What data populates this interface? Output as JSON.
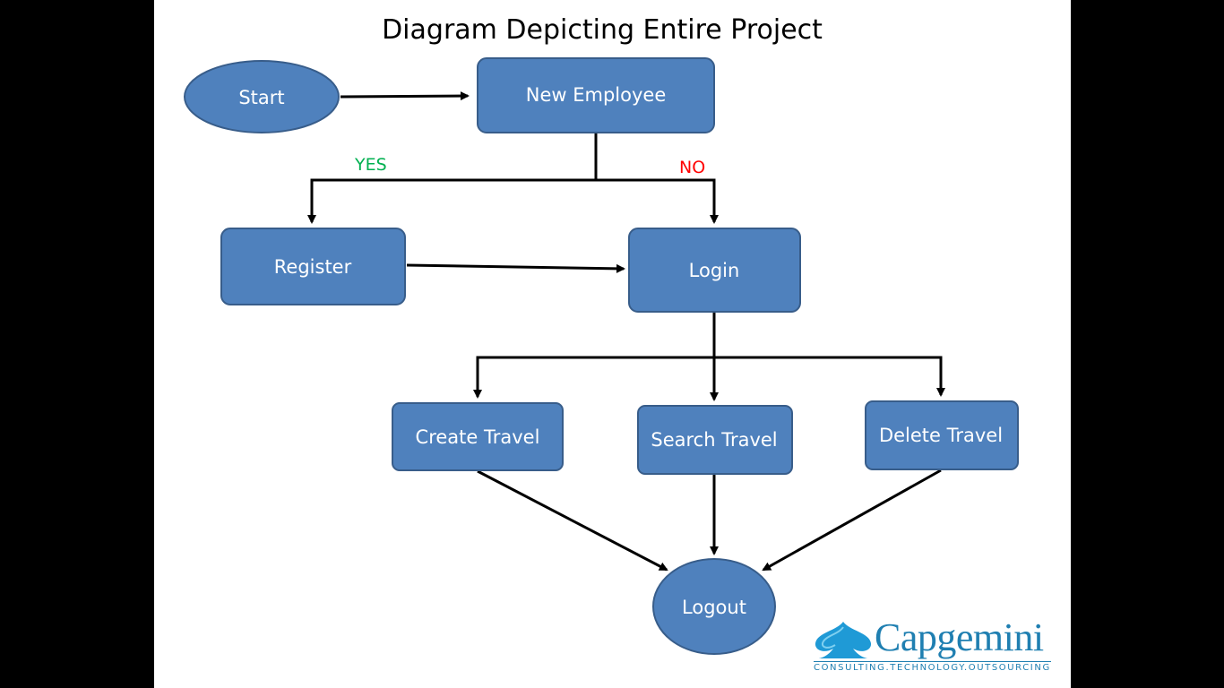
{
  "title": "Diagram Depicting Entire Project",
  "colors": {
    "node_fill": "#4f81bd",
    "node_stroke": "#385d8a",
    "yes": "#00b050",
    "no": "#ff0000",
    "brand": "#1f7fb1"
  },
  "nodes": {
    "start": "Start",
    "new_employee": "New Employee",
    "register": "Register",
    "login": "Login",
    "create_travel": "Create Travel",
    "search_travel": "Search Travel",
    "delete_travel": "Delete Travel",
    "logout": "Logout"
  },
  "branches": {
    "yes": "YES",
    "no": "NO"
  },
  "logo": {
    "name": "Capgemini",
    "tagline": "CONSULTING.TECHNOLOGY.OUTSOURCING",
    "icon": "spade-icon"
  }
}
